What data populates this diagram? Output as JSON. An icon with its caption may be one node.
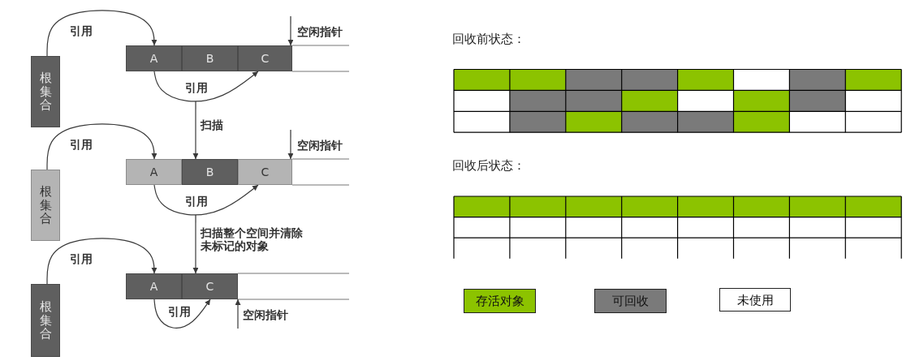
{
  "diagram": {
    "nodes": [
      {
        "text": [
          "根集合"
        ]
      },
      {
        "text": [
          "A"
        ]
      },
      {
        "text": [
          "B"
        ]
      },
      {
        "text": [
          "C"
        ]
      },
      {
        "text": [
          "根集合"
        ]
      },
      {
        "text": [
          "A"
        ]
      },
      {
        "text": [
          "B"
        ]
      },
      {
        "text": [
          "C"
        ]
      },
      {
        "text": [
          "根集合"
        ]
      },
      {
        "text": [
          "A"
        ]
      },
      {
        "text": [
          "C"
        ]
      }
    ],
    "edges": [
      {
        "from": 0,
        "to": 1,
        "arrow": "to",
        "label": "引用"
      },
      {
        "from": 1,
        "to": 3,
        "arrow": "to",
        "label": "引用"
      },
      {
        "from": null,
        "to": 3,
        "arrow": "to",
        "label": "空闲指针"
      },
      {
        "from": null,
        "to": 6,
        "arrow": "to",
        "label": "扫描"
      },
      {
        "from": 4,
        "to": 5,
        "arrow": "to",
        "label": "引用"
      },
      {
        "from": 5,
        "to": 7,
        "arrow": "to",
        "label": "引用"
      },
      {
        "from": null,
        "to": 7,
        "arrow": "to",
        "label": "空闲指针"
      },
      {
        "from": null,
        "to": 10,
        "arrow": "to",
        "label": "扫描整个空间并清除未标记的对象"
      },
      {
        "from": 8,
        "to": 9,
        "arrow": "to",
        "label": "引用"
      },
      {
        "from": 9,
        "to": 10,
        "arrow": "to",
        "label": "引用"
      },
      {
        "from": null,
        "to": 10,
        "arrow": "to",
        "label": "空闲指针"
      }
    ],
    "labels": [
      "回收前状态：",
      "回收后状态："
    ],
    "legend": [
      {
        "text": "存活对象",
        "color": "#8cc300"
      },
      {
        "text": "可回收",
        "color": "#7a7a7a"
      },
      {
        "text": "未使用",
        "color": "#ffffff"
      }
    ]
  }
}
